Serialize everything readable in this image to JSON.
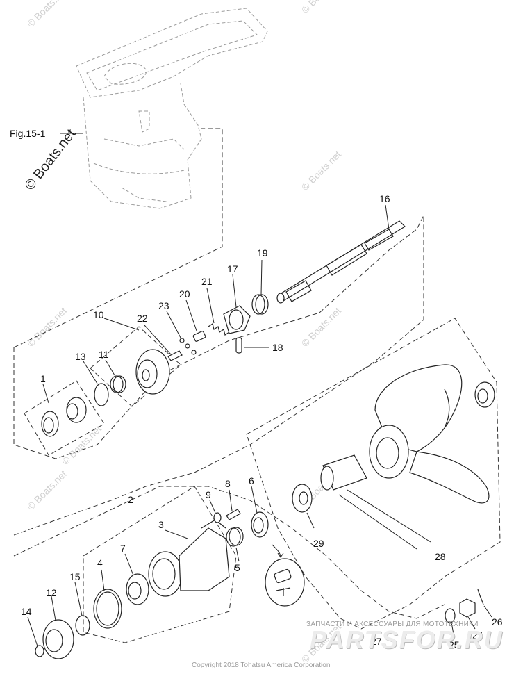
{
  "figure_ref": "Fig.15-1",
  "callouts": [
    "1",
    "2",
    "3",
    "4",
    "5",
    "6",
    "7",
    "8",
    "9",
    "10",
    "11",
    "12",
    "13",
    "14",
    "15",
    "16",
    "17",
    "18",
    "19",
    "20",
    "21",
    "22",
    "23",
    "24",
    "25",
    "26",
    "27",
    "28",
    "29"
  ],
  "watermark": {
    "main": "© Boats.net",
    "repeat": "© Boats.net"
  },
  "brand": {
    "tagline": "ЗАПЧАСТИ И АКСЕССУАРЫ ДЛЯ МОТОТЕХНИКИ",
    "name": "PARTSFOR.RU"
  },
  "copyright": "Copyright 2018 Tohatsu America Corporation"
}
